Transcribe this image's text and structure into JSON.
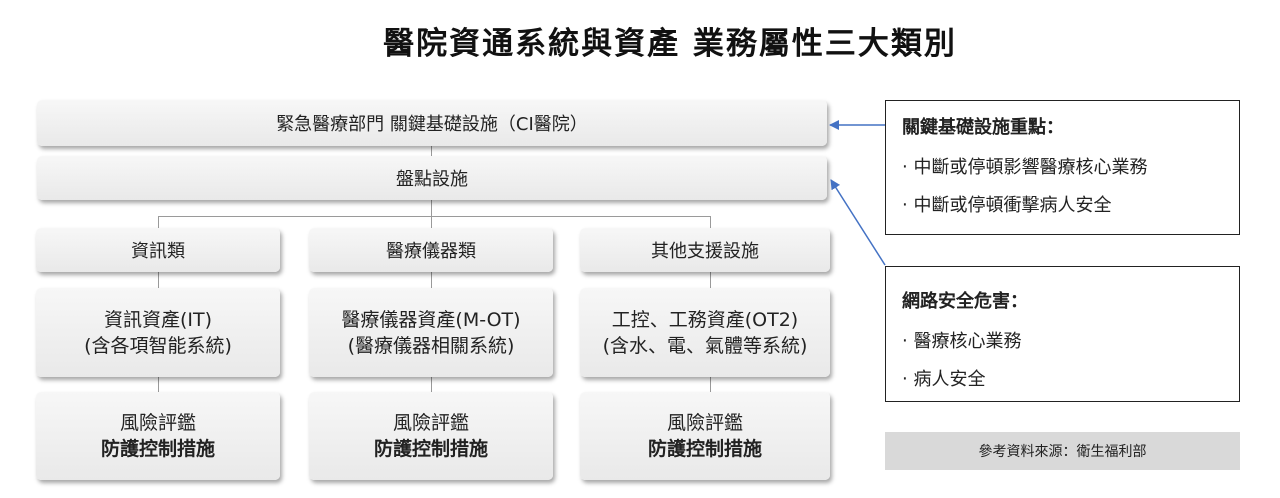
{
  "title": "醫院資通系統與資產  業務屬性三大類別",
  "ci_box": "緊急醫療部門 關鍵基礎設施（CI醫院）",
  "inventory_box": "盤點設施",
  "columns": [
    {
      "category": "資訊類",
      "asset_line1": "資訊資產(IT)",
      "asset_line2": "(含各項智能系統)",
      "risk_line1": "風險評鑑",
      "risk_line2": "防護控制措施"
    },
    {
      "category": "醫療儀器類",
      "asset_line1": "醫療儀器資產(M-OT)",
      "asset_line2": "(醫療儀器相關系統)",
      "risk_line1": "風險評鑑",
      "risk_line2": "防護控制措施"
    },
    {
      "category": "其他支援設施",
      "asset_line1": "工控、工務資產(OT2)",
      "asset_line2": "(含水、電、氣體等系統)",
      "risk_line1": "風險評鑑",
      "risk_line2": "防護控制措施"
    }
  ],
  "notes": [
    {
      "heading": "關鍵基礎設施重點：",
      "items": [
        "‧ 中斷或停頓影響醫療核心業務",
        "‧ 中斷或停頓衝擊病人安全"
      ]
    },
    {
      "heading": "網路安全危害：",
      "items": [
        "‧ 醫療核心業務",
        "‧ 病人安全"
      ]
    }
  ],
  "source": "參考資料來源：衛生福利部",
  "colors": {
    "arrow": "#4472c4",
    "box_top": "#f7f7f7",
    "box_bottom": "#e9e9e9",
    "source_bg": "#d9d9d9"
  }
}
